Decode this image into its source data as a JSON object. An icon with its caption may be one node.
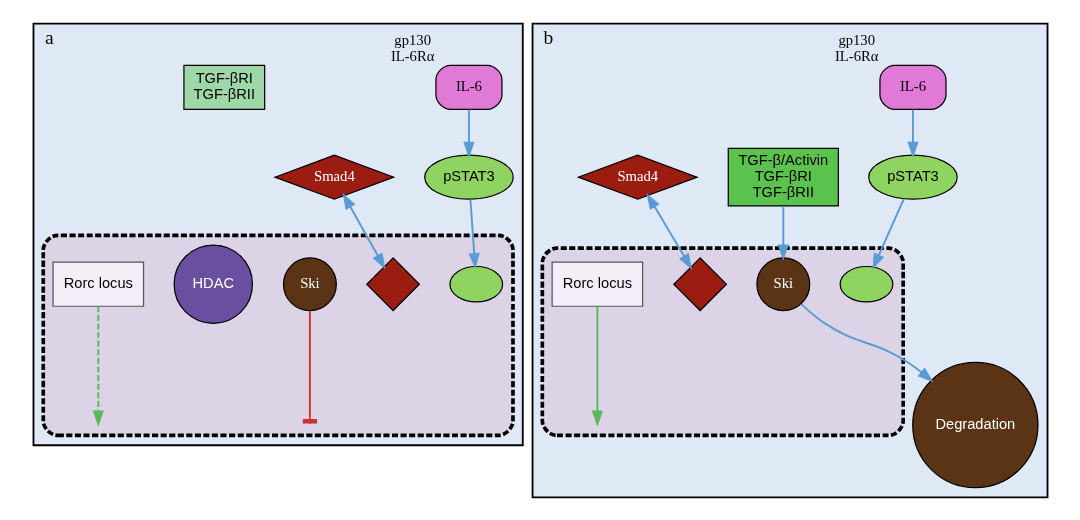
{
  "diagram": {
    "nodes": [
      {
        "text": [
          "a"
        ]
      },
      {
        "text": [
          "IL-6"
        ],
        "beside": [
          "gp130",
          "IL-6Rα"
        ],
        "in": 0
      },
      {
        "text": [
          "TGF-βRI",
          "TGF-βRII"
        ],
        "in": 0
      },
      {
        "text": [
          "pSTAT3"
        ],
        "in": 0
      },
      {
        "text": [
          "Smad4"
        ],
        "in": 0
      },
      {
        "text": [],
        "shape": "ellipse",
        "in": 0
      },
      {
        "text": [],
        "shape": "ellipse",
        "in": 5
      },
      {
        "text": [],
        "shape": "diamond",
        "in": 5
      },
      {
        "text": [
          "Ski"
        ],
        "in": 5
      },
      {
        "text": [
          "HDAC"
        ],
        "in": 5
      },
      {
        "text": [
          "Rorc locus"
        ],
        "in": 5
      },
      {
        "text": [
          "b"
        ]
      },
      {
        "text": [
          "IL-6"
        ],
        "beside": [
          "gp130",
          "IL-6Rα"
        ],
        "in": 11
      },
      {
        "text": [
          "TGF-β/Activin",
          "TGF-βRI",
          "TGF-βRII"
        ],
        "in": 11
      },
      {
        "text": [
          "pSTAT3"
        ],
        "in": 11
      },
      {
        "text": [
          "Smad4"
        ],
        "in": 11
      },
      {
        "text": [
          "Degradation"
        ],
        "in": 11
      },
      {
        "text": [],
        "shape": "ellipse",
        "in": 11
      },
      {
        "text": [],
        "shape": "ellipse",
        "in": 17
      },
      {
        "text": [],
        "shape": "diamond",
        "in": 17
      },
      {
        "text": [
          "Ski"
        ],
        "in": 17
      },
      {
        "text": [
          "Rorc locus"
        ],
        "in": 17
      }
    ],
    "edges": [
      {
        "from": 1,
        "to": 3,
        "arrow": "to"
      },
      {
        "from": 3,
        "to": 6,
        "arrow": "to"
      },
      {
        "from": 4,
        "to": 7,
        "arrow": "both"
      },
      {
        "from": 8,
        "to": null,
        "arrow": "other",
        "color": "#d0312d"
      },
      {
        "from": 10,
        "to": null,
        "arrow": "to",
        "style": "dashed",
        "color": "#5cb85c"
      },
      {
        "from": 12,
        "to": 14,
        "arrow": "to"
      },
      {
        "from": 14,
        "to": 18,
        "arrow": "to"
      },
      {
        "from": 15,
        "to": 19,
        "arrow": "both"
      },
      {
        "from": 13,
        "to": 20,
        "arrow": "to"
      },
      {
        "from": 20,
        "to": 16,
        "arrow": "to"
      },
      {
        "from": 21,
        "to": null,
        "arrow": "to",
        "color": "#5cb85c"
      }
    ]
  }
}
